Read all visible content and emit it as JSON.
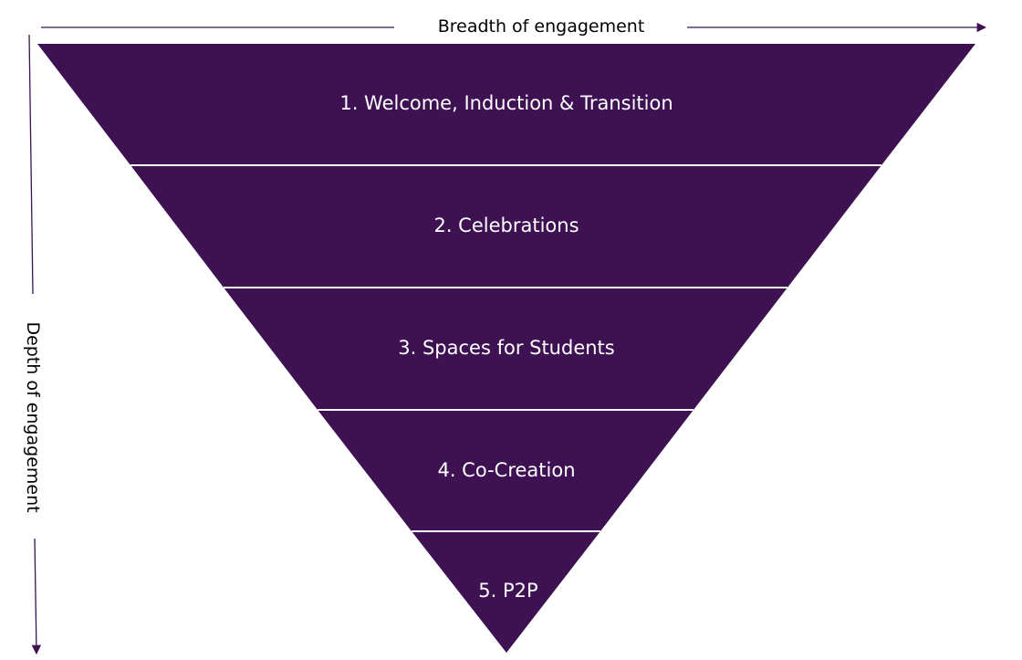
{
  "colors": {
    "tier_fill": "#3d1152",
    "divider": "#ffffff",
    "axis_line": "#3d1152",
    "axis_text": "#000000",
    "tier_text": "#ffffff"
  },
  "axes": {
    "horizontal_label": "Breadth of engagement",
    "vertical_label": "Depth of engagement"
  },
  "tiers": [
    {
      "label": "1. Welcome, Induction & Transition"
    },
    {
      "label": "2. Celebrations"
    },
    {
      "label": "3. Spaces for Students"
    },
    {
      "label": "4. Co-Creation"
    },
    {
      "label": "5. P2P"
    }
  ]
}
